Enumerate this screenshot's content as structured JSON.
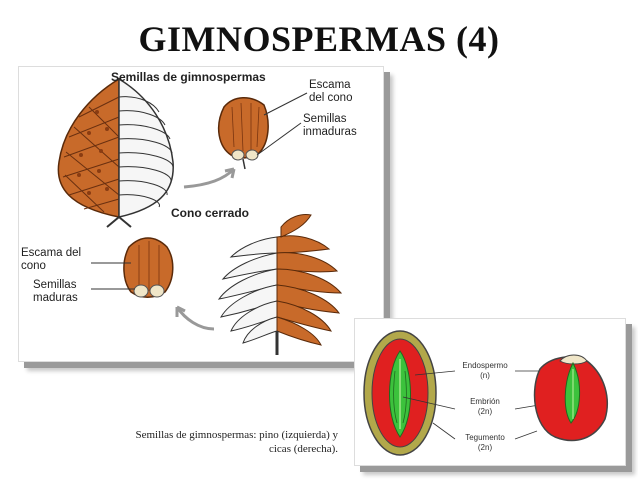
{
  "title": "GIMNOSPERMAS (4)",
  "figure1": {
    "heading": "Semillas de gimnospermas",
    "labels": {
      "escama_top": "Escama\ndel cono",
      "semillas_inmaduras": "Semillas\ninmaduras",
      "cono_cerrado": "Cono cerrado",
      "escama_bottom": "Escama del\ncono",
      "semillas_maduras": "Semillas\nmaduras"
    }
  },
  "figure2": {
    "labels": {
      "endospermo": "Endospermo",
      "endospermo_ploidy": "(n)",
      "embrion": "Embrión",
      "embrion_ploidy": "(2n)",
      "tegumento": "Tegumento",
      "tegumento_ploidy": "(2n)"
    }
  },
  "caption": {
    "line1": "Semillas de gimnospermas: pino (izquierda) y",
    "line2": "cicas (derecha)."
  },
  "colors": {
    "cone_brown": "#c86a2a",
    "endosperm_red": "#e02020",
    "embryo_green": "#3cc23c",
    "tegument_olive": "#b2a84a"
  }
}
